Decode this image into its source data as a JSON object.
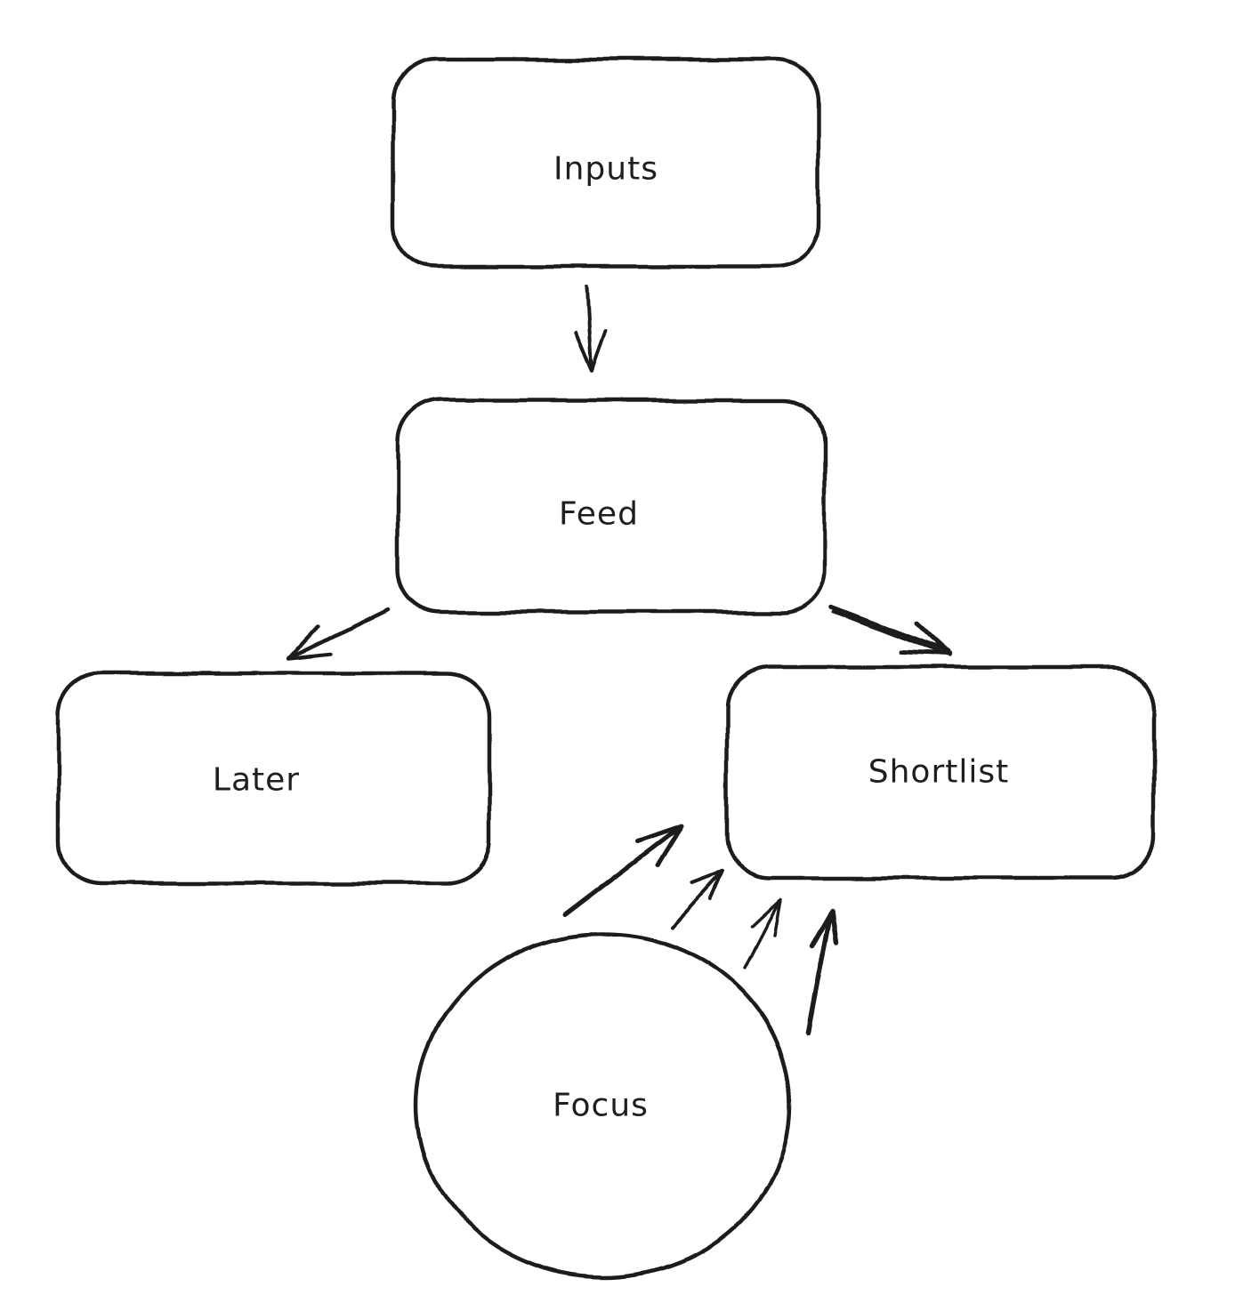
{
  "canvas": {
    "background_color": "#ffffff",
    "stroke_color": "#1e1e1e",
    "style": "hand-drawn whiteboard sketch"
  },
  "diagram": {
    "nodes": {
      "inputs": {
        "label": "Inputs",
        "shape": "rounded-rectangle"
      },
      "feed": {
        "label": "Feed",
        "shape": "rounded-rectangle"
      },
      "later": {
        "label": "Later",
        "shape": "rounded-rectangle"
      },
      "shortlist": {
        "label": "Shortlist",
        "shape": "rounded-rectangle"
      },
      "focus": {
        "label": "Focus",
        "shape": "ellipse"
      }
    },
    "edges": [
      {
        "from": "inputs",
        "to": "feed",
        "style": "single arrow, thin"
      },
      {
        "from": "feed",
        "to": "later",
        "style": "single arrow, thin"
      },
      {
        "from": "feed",
        "to": "shortlist",
        "style": "single arrow, bold double-stroked"
      },
      {
        "from": "focus",
        "to": "shortlist",
        "style": "fan of 4 arrows, mixed weights"
      }
    ]
  }
}
